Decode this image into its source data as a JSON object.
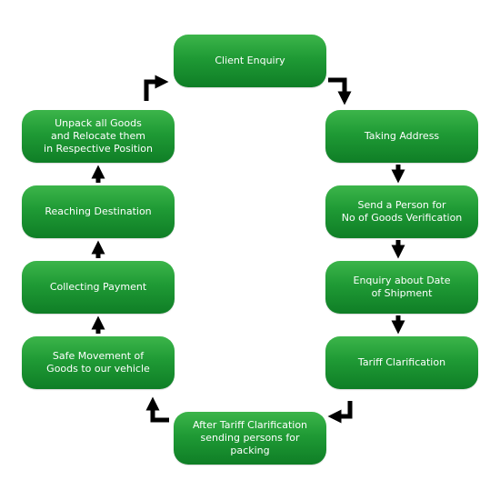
{
  "nodes": {
    "client_enquiry": "Client Enquiry",
    "taking_address": "Taking Address",
    "send_person": "Send a Person for\nNo of Goods Verification",
    "enquiry_date": "Enquiry about Date\nof Shipment",
    "tariff_clarification": "Tariff Clarification",
    "after_tariff": "After Tariff Clarification\nsending persons for packing",
    "safe_movement": "Safe Movement of\nGoods to our vehicle",
    "collecting_payment": "Collecting Payment",
    "reaching_destination": "Reaching Destination",
    "unpack_goods": "Unpack all Goods\nand Relocate them\nin Respective Position"
  },
  "colors": {
    "node_fill": "#1f9a35",
    "text": "#ffffff",
    "arrow": "#000000"
  }
}
